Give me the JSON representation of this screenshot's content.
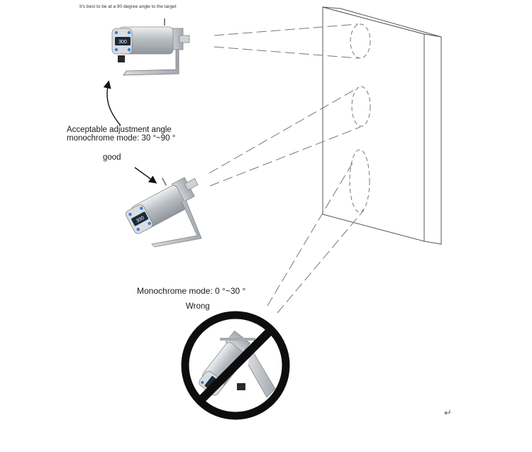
{
  "notes": {
    "top_note": "It's best to be at a 90 degree angle to the target",
    "acceptable_label": "Acceptable adjustment angle monochrome mode: 30 °~90 °",
    "good_label": "good",
    "wrong_range_label": "Monochrome mode: 0 °~30 °",
    "wrong_label": "Wrong",
    "return_mark": "↵"
  },
  "devices": {
    "display_reading": "300"
  },
  "colors": {
    "line": "#555555",
    "dashed": "#777777",
    "prohibition": "#0d0d0d",
    "metal": "#c9cdd1",
    "display": "#1b2a3a",
    "knob": "#3b7bd4"
  },
  "icons": [
    "sensor-device",
    "target-wall",
    "prohibition-icon",
    "curved-arrow-icon",
    "arrow-icon"
  ]
}
